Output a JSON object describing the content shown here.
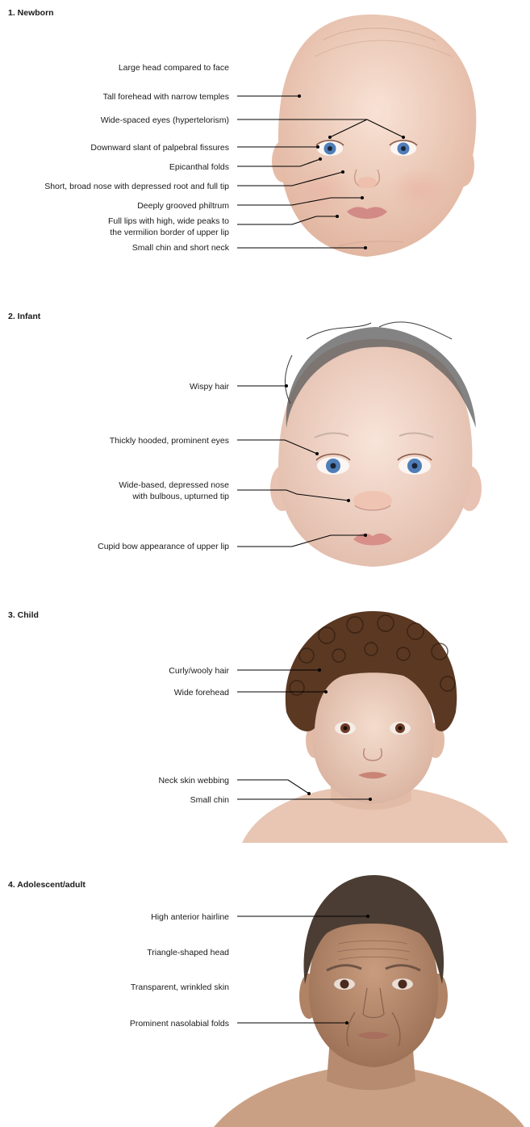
{
  "sections": [
    {
      "heading": "1. Newborn",
      "labels": [
        "Large head compared to face",
        "Tall forehead with narrow temples",
        "Wide-spaced eyes (hypertelorism)",
        "Downward slant of palpebral fissures",
        "Epicanthal folds",
        "Short, broad nose with depressed root and full tip",
        "Deeply grooved philtrum",
        "Full lips with high, wide peaks to",
        "the vermilion border of upper lip",
        "Small chin and short neck"
      ]
    },
    {
      "heading": "2. Infant",
      "labels": [
        "Wispy hair",
        "Thickly hooded, prominent eyes",
        "Wide-based, depressed nose",
        "with bulbous, upturned tip",
        "Cupid bow appearance of upper lip"
      ]
    },
    {
      "heading": "3. Child",
      "labels": [
        "Curly/wooly hair",
        "Wide forehead",
        "Neck skin webbing",
        "Small chin"
      ]
    },
    {
      "heading": "4. Adolescent/adult",
      "labels": [
        "High anterior hairline",
        "Triangle-shaped head",
        "Transparent, wrinkled skin",
        "Prominent nasolabial folds"
      ]
    }
  ],
  "colors": {
    "skin_newborn": "#f1d4c4",
    "skin_infant": "#f3d8cb",
    "skin_child": "#eccfbf",
    "skin_adult": "#b98a6c",
    "hair_infant": "#4a4a4a",
    "hair_child": "#5a3822",
    "hair_adult": "#4b3d33",
    "iris_blue": "#4f7eb8",
    "iris_brown": "#6b3a24"
  }
}
